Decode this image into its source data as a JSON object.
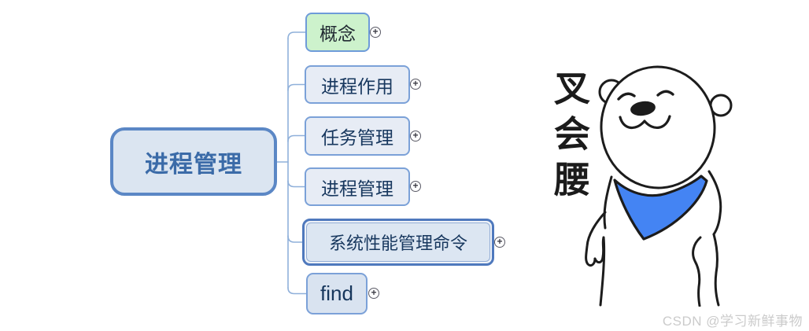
{
  "mindmap": {
    "root": {
      "label": "进程管理"
    },
    "children": [
      {
        "label": "概念"
      },
      {
        "label": "进程作用"
      },
      {
        "label": "任务管理"
      },
      {
        "label": "进程管理"
      },
      {
        "label": "系统性能管理命令",
        "selected": true
      },
      {
        "label": "find"
      }
    ],
    "expand_icon_symbol": "+"
  },
  "sticker": {
    "caption": "叉会腰"
  },
  "watermark": {
    "text": "CSDN @学习新鲜事物"
  },
  "colors": {
    "root_fill": "#dbe5f1",
    "root_border": "#5b87c5",
    "root_text": "#3b6ba8",
    "concept_fill": "#cdf2cc",
    "child_fill": "#e7ecf5",
    "child_border": "#7ba1d8",
    "child_text": "#17375e",
    "selection_border": "#4f79bd",
    "connector_line": "#8fb0da",
    "scarf_blue": "#4484f3"
  }
}
